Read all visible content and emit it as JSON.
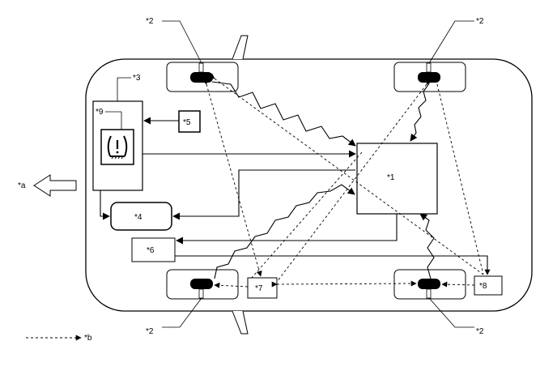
{
  "labels": {
    "ecu": "*1",
    "sensor_fl": "*2",
    "sensor_fr": "*2",
    "sensor_rl": "*2",
    "sensor_rr": "*2",
    "combination_meter": "*3",
    "box4": "*4",
    "box5": "*5",
    "box6": "*6",
    "box7": "*7",
    "box8": "*8",
    "warning_light": "*9",
    "front_arrow": "*a",
    "legend_dashed": "*b"
  },
  "warning_icon": "tire-pressure-warning-icon"
}
